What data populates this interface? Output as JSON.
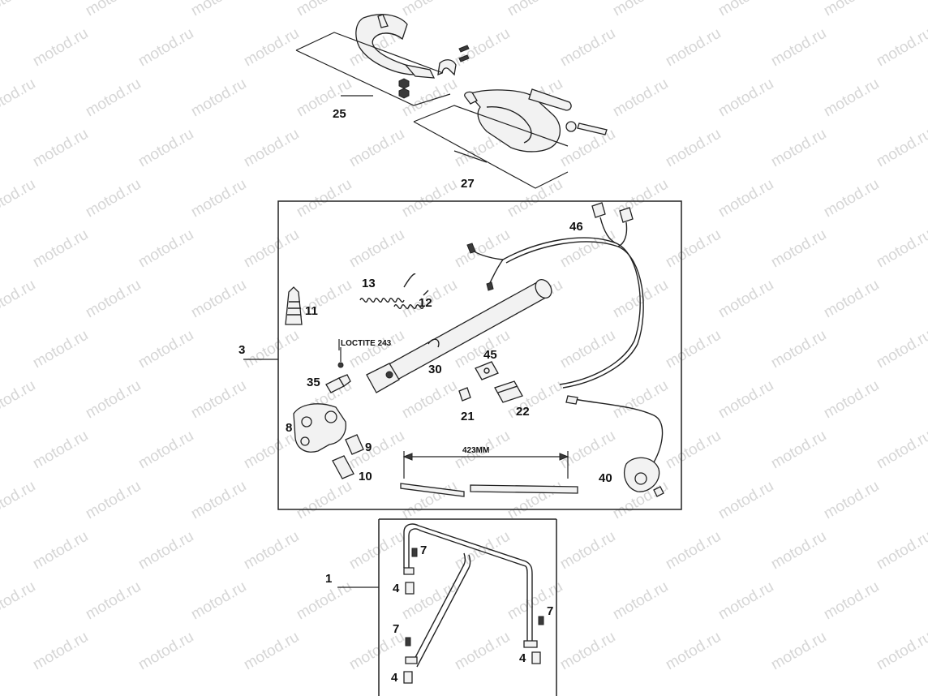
{
  "diagram": {
    "watermark": "motod.ru",
    "callouts": {
      "c25": "25",
      "c27": "27",
      "c3": "3",
      "c46": "46",
      "c13": "13",
      "c12": "12",
      "c11": "11",
      "c45": "45",
      "c30": "30",
      "c35": "35",
      "c21": "21",
      "c22": "22",
      "c8": "8",
      "c9": "9",
      "c10": "10",
      "c40": "40",
      "c1": "1",
      "c7a": "7",
      "c4a": "4",
      "c7b": "7",
      "c7c": "7",
      "c4b": "4",
      "c4c": "4"
    },
    "loctite_label": "LOCTITE 243",
    "dimension_label": "423MM"
  }
}
